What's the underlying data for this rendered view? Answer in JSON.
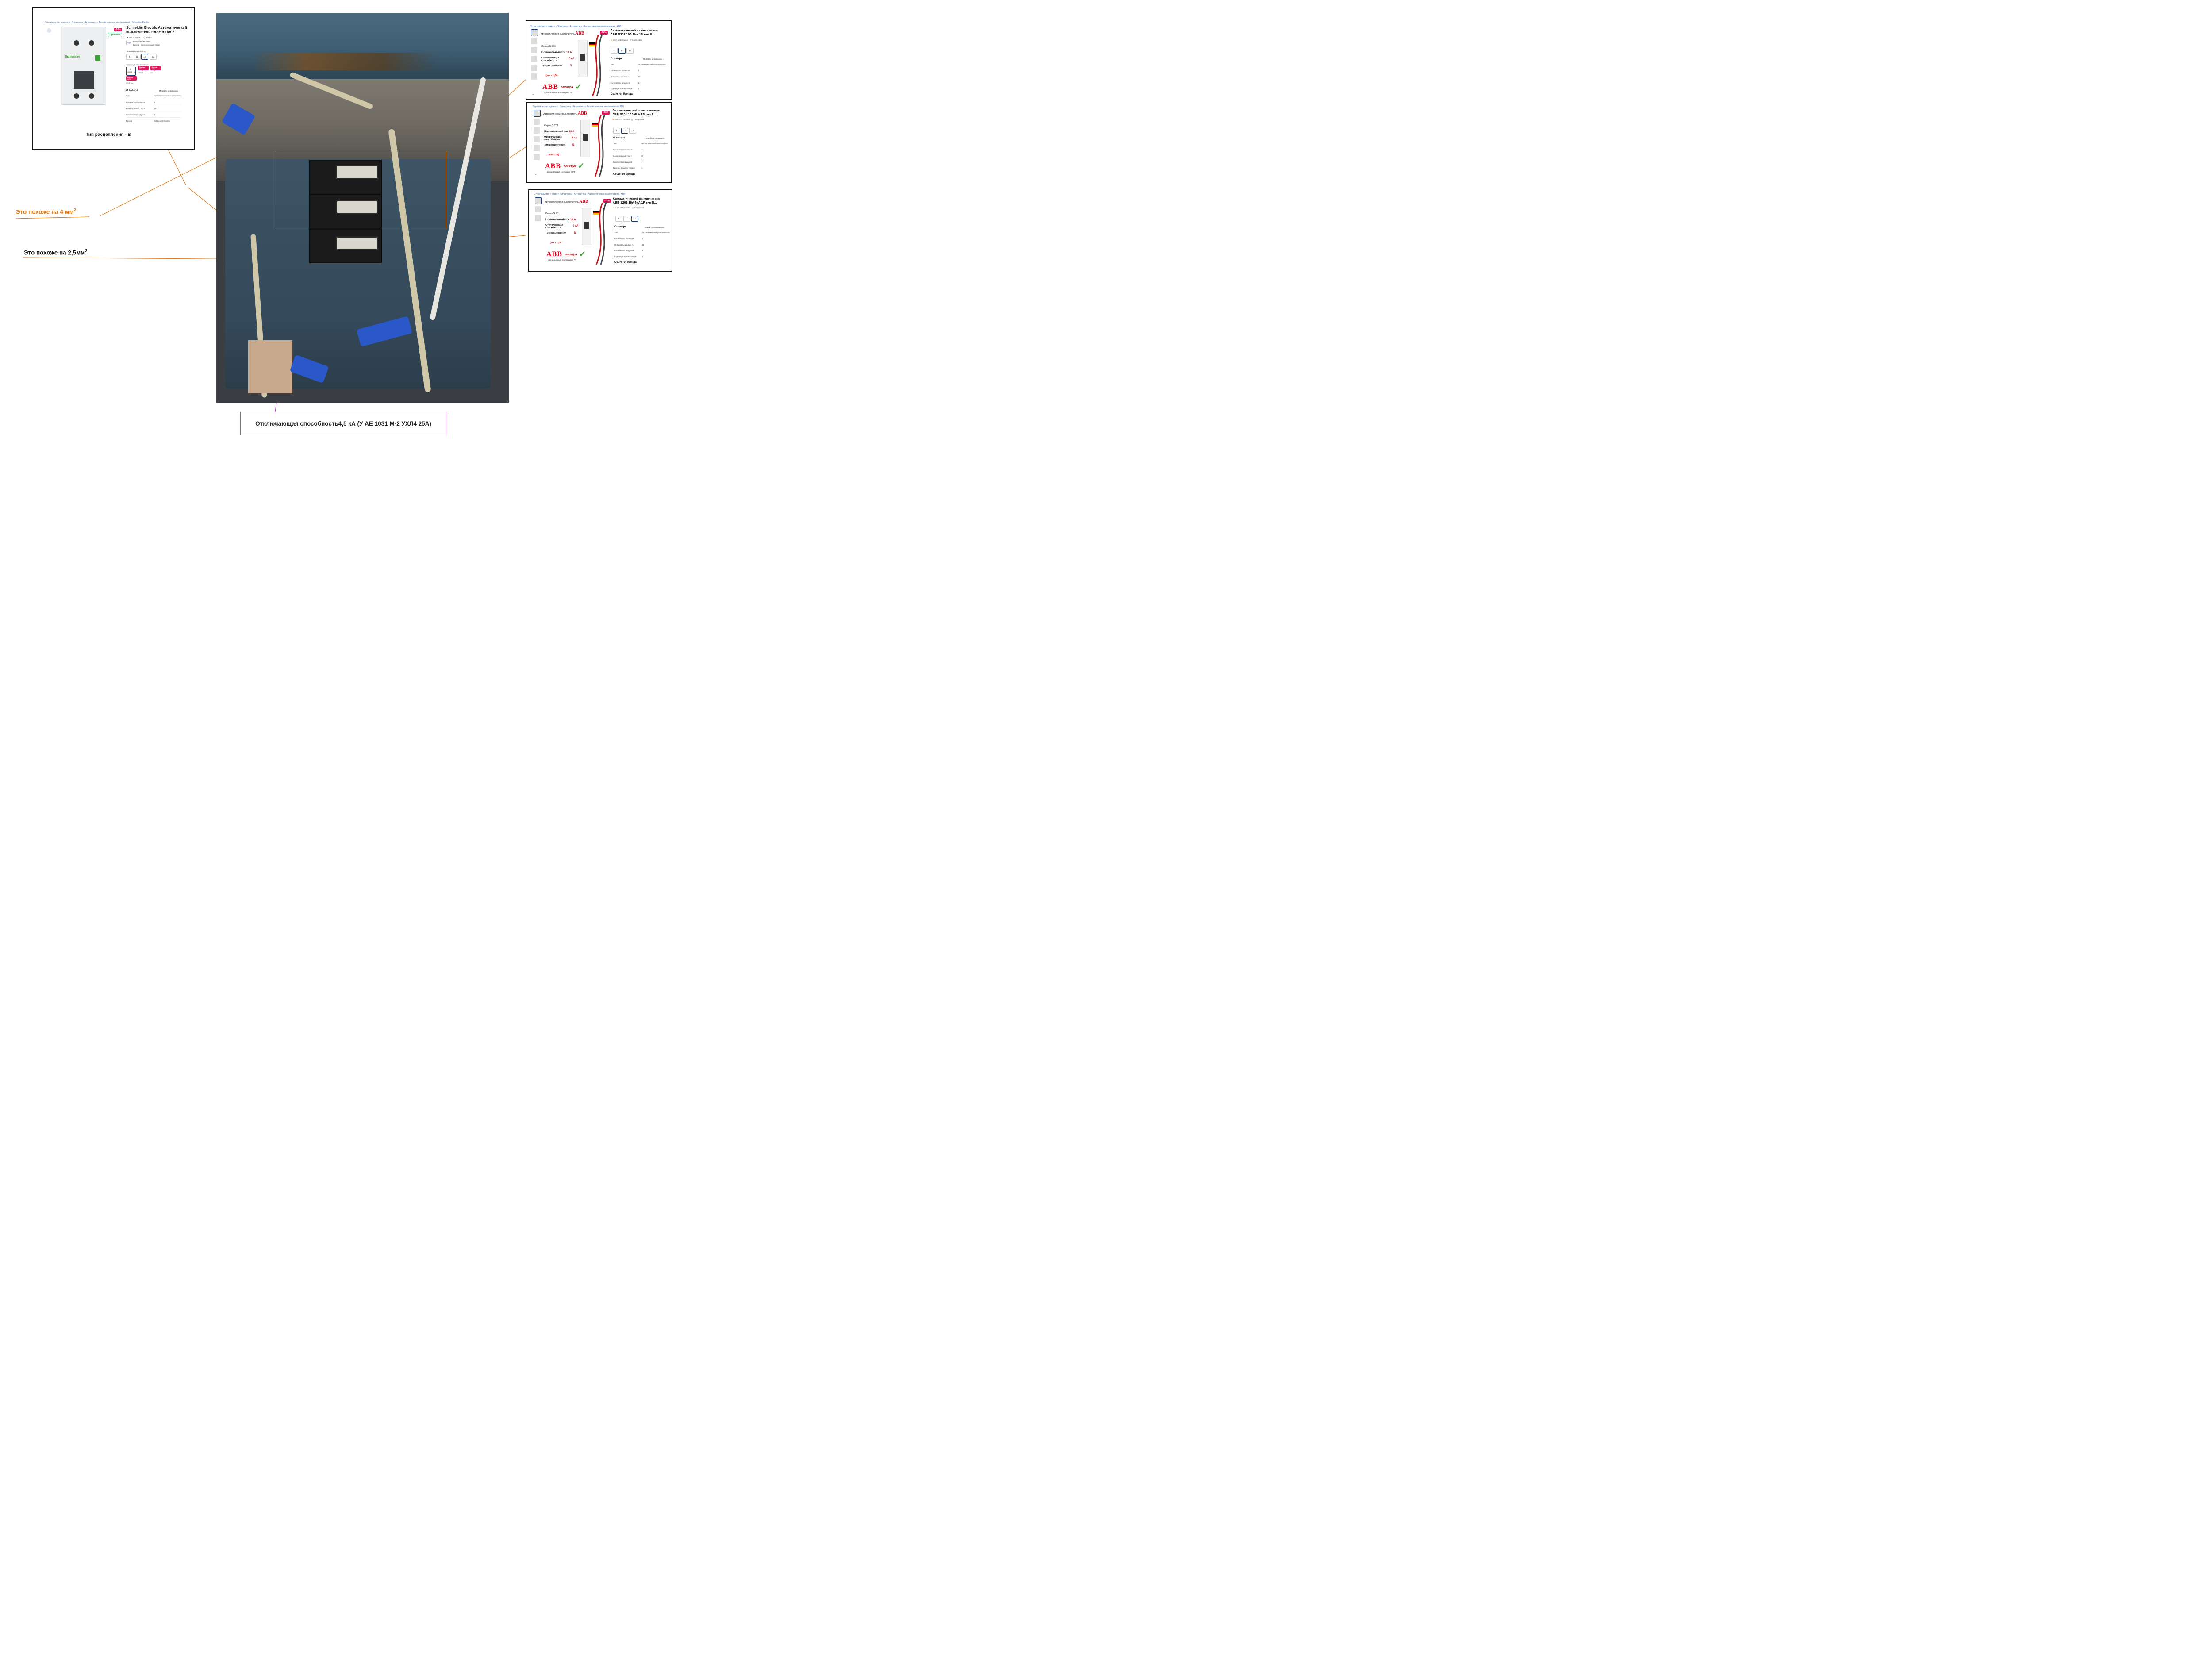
{
  "schneider": {
    "breadcrumb": [
      "Строительство и ремонт",
      "Электрика",
      "Автоматика",
      "Автоматические выключатели",
      "Schneider Electric"
    ],
    "title": "Schneider Electric Автоматический выключатель EASY 9 16А 2",
    "reviews": "Нет отзывов",
    "questions": "1 вопрос",
    "discount": "-30%",
    "original": "Оригинал",
    "brand_tag": "Чудо",
    "brand": "Schneider Electric",
    "brand_sub": "Бренд · оригинальный товар",
    "rating_label": "Номинальный ток, А:",
    "currents": [
      "6",
      "10",
      "16",
      "32"
    ],
    "selected_current": "16",
    "units_label": "Единиц в одном товаре:",
    "unit_options": [
      {
        "badge": "",
        "count": "1",
        "price": "1 129 ₽ / шт"
      },
      {
        "badge": "Выгода 2%",
        "count": "4",
        "price": "1 012 ₽ / шт"
      },
      {
        "badge": "Выгода 12%",
        "count": "8",
        "price": "906 ₽ / шт"
      },
      {
        "badge": "Выгода 12%",
        "count": "12",
        "price": "900 ₽ / шт"
      }
    ],
    "about": "О товаре",
    "goto": "Перейти к описанию",
    "specs": [
      [
        "Тип",
        "Автоматический выключатель"
      ],
      [
        "Количество полюсов",
        "2"
      ],
      [
        "Номинальный ток, А",
        "16"
      ],
      [
        "Количество модулей",
        "2"
      ],
      [
        "Бренд",
        "Schneider Electric"
      ]
    ],
    "device_brand": "Schneider",
    "trip_note": "Тип расцепления - В"
  },
  "abb_panels": [
    {
      "breadcrumb": [
        "Строительство и ремонт",
        "Электрика",
        "Автоматика",
        "Автоматические выключатели",
        "ABB"
      ],
      "title": "Автоматический выключатель ABB S201 10A 6kA 1P тип В...",
      "rating": "4.9 • 124 отзыва",
      "questions": "5 вопросов",
      "discount": "-54%",
      "promo_head": "Автоматический выключатель",
      "series": "Серия S 201",
      "nominal_label": "Номинальный ток",
      "nominal_value": "10 А",
      "breaking_label": "Отключающая способность",
      "breaking_value": "6 кА",
      "trip_label": "Тип расцепления",
      "trip_value": "В",
      "vat": "Цена с НДС",
      "abb_word": "ABB",
      "electro": "электро",
      "supplier": "официальный поставщик в РФ",
      "currents": [
        "6",
        "10",
        "16"
      ],
      "selected_current": "10",
      "about": "О товаре",
      "goto": "Перейти к описанию",
      "specs": [
        [
          "Тип",
          "Автоматический выключатель"
        ],
        [
          "Количество полюсов",
          "1"
        ],
        [
          "Номинальный ток, А",
          "10"
        ],
        [
          "Количество модулей",
          "1"
        ],
        [
          "Единиц в одном товаре",
          "1"
        ]
      ],
      "series_link": "Серия от бренда"
    },
    {
      "breadcrumb": [
        "Строительство и ремонт",
        "Электрика",
        "Автоматика",
        "Автоматические выключатели",
        "ABB"
      ],
      "title": "Автоматический выключатель ABB S201 10A 6kA 1P тип В...",
      "rating": "4.9 • 124 отзыва",
      "questions": "5 вопросов",
      "discount": "-54%",
      "promo_head": "Автоматический выключатель",
      "series": "Серия S 201",
      "nominal_label": "Номинальный ток",
      "nominal_value": "10 А",
      "breaking_label": "Отключающая способность",
      "breaking_value": "6 кА",
      "trip_label": "Тип расцепления",
      "trip_value": "В",
      "vat": "Цена с НДС",
      "abb_word": "ABB",
      "electro": "электро",
      "supplier": "официальный поставщик в РФ",
      "currents": [
        "6",
        "10",
        "16"
      ],
      "selected_current": "10",
      "about": "О товаре",
      "goto": "Перейти к описанию",
      "specs": [
        [
          "Тип",
          "Автоматический выключатель"
        ],
        [
          "Количество полюсов",
          "1"
        ],
        [
          "Номинальный ток, А",
          "10"
        ],
        [
          "Количество модулей",
          "1"
        ],
        [
          "Единиц в одном товаре",
          "1"
        ]
      ],
      "series_link": "Серия от бренда"
    },
    {
      "breadcrumb": [
        "Строительство и ремонт",
        "Электрика",
        "Автоматика",
        "Автоматические выключатели",
        "ABB"
      ],
      "title": "Автоматический выключатель ABB S201 16A 6kA 1P тип В...",
      "rating": "4.9 • 124 отзыва",
      "questions": "5 вопросов",
      "discount": "-37%",
      "promo_head": "Автоматический выключатель",
      "series": "Серия S 201",
      "nominal_label": "Номинальный ток",
      "nominal_value": "16 А",
      "breaking_label": "Отключающая способность",
      "breaking_value": "6 кА",
      "trip_label": "Тип расцепления",
      "trip_value": "В",
      "vat": "Цена с НДС",
      "abb_word": "ABB",
      "electro": "электро",
      "supplier": "официальный поставщик в РФ",
      "currents": [
        "6",
        "10",
        "16"
      ],
      "selected_current": "16",
      "about": "О товаре",
      "goto": "Перейти к описанию",
      "specs": [
        [
          "Тип",
          "Автоматический выключатель"
        ],
        [
          "Количество полюсов",
          "1"
        ],
        [
          "Номинальный ток, А",
          "16"
        ],
        [
          "Количество модулей",
          "1"
        ],
        [
          "Единиц в одном товаре",
          "1"
        ]
      ],
      "series_link": "Серия от бренда"
    }
  ],
  "annotations": {
    "four_mm": "Это похоже на 4 мм",
    "four_sup": "2",
    "two_five_mm": "Это похоже на 2,5мм",
    "two_five_sup": "2",
    "breaking_caption": "Отключающая способность4,5 кА  (У АЕ 1031 М-2 УХЛ4 25А)"
  },
  "colors": {
    "orange": "#e07b1a",
    "purple": "#b04fb3",
    "abb_red": "#e3001b",
    "wb_pink": "#e2165e"
  }
}
